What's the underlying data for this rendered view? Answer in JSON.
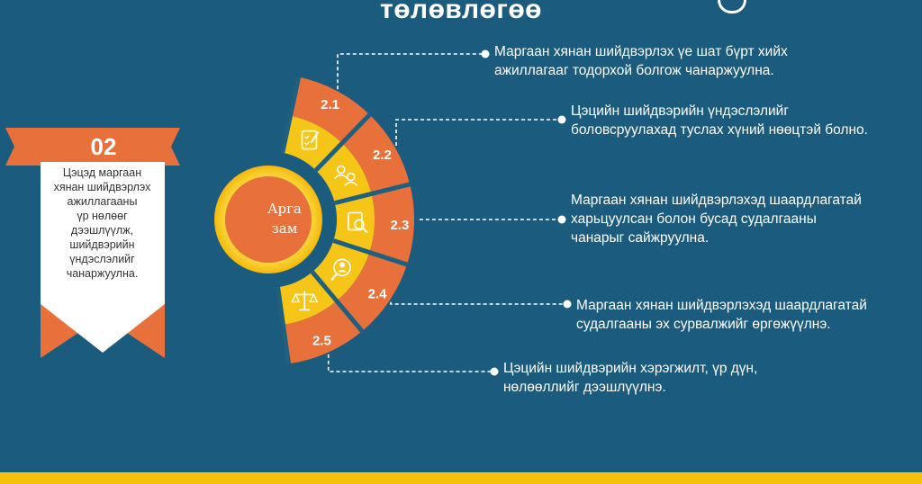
{
  "title": "төлөвлөгөө",
  "sidebar_card": {
    "number": "02",
    "text_lines": [
      "Цэцэд маргаан",
      "хянан шийдвэрлэх",
      "ажиллагааны",
      "үр нөлөөг",
      "дээшлүүлж,",
      "шийдвэрийн",
      "үндэслэлийг",
      "чанаржуулна."
    ]
  },
  "center": {
    "line1": "Арга",
    "line2": "зам"
  },
  "steps": [
    {
      "id": "2.1",
      "icon": "checklist-icon",
      "lines": [
        "Маргаан хянан шийдвэрлэх үе шат бүрт хийх",
        "ажиллагааг тодорхой болгож чанаржуулна."
      ]
    },
    {
      "id": "2.2",
      "icon": "team-icon",
      "lines": [
        "Цэцийн шийдвэрийн үндэслэлийг",
        "боловсруулахад туслах хүний нөөцтэй болно."
      ]
    },
    {
      "id": "2.3",
      "icon": "document-search-icon",
      "lines": [
        "Маргаан хянан шийдвэрлэхэд шаардлагатай",
        "харьцуулсан болон бусад судалгааны",
        "чанарыг сайжруулна."
      ]
    },
    {
      "id": "2.4",
      "icon": "person-search-icon",
      "lines": [
        "Маргаан хянан шийдвэрлэхэд шаардлагатай",
        "судалгааны эх сурвалжийг өргөжүүлнэ."
      ]
    },
    {
      "id": "2.5",
      "icon": "scales-icon",
      "lines": [
        "Цэцийн шийдвэрийн хэрэгжилт, үр дүн,",
        "нөлөөллийг дээшлүүлнэ."
      ]
    }
  ],
  "colors": {
    "background": "#1b5b7e",
    "orange": "#e8703a",
    "yellow": "#f5c518",
    "light_yellow": "#fde9a0",
    "divider": "#1f5f80",
    "white": "#ffffff",
    "bottom_bar": "#f4c20d"
  }
}
